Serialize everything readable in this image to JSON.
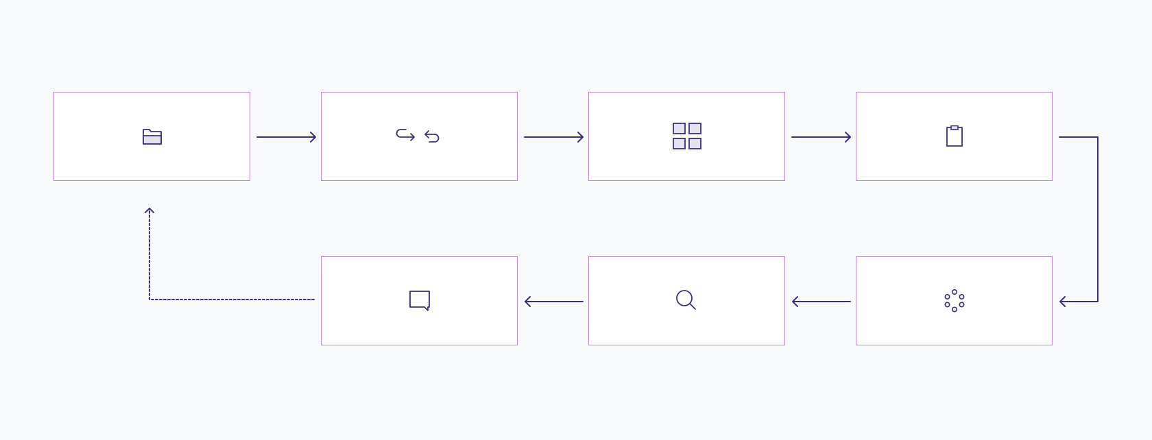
{
  "diagram": {
    "type": "flowchart",
    "colors": {
      "background": "#f9fafb",
      "box_fill": "#ffffff",
      "box_border": "#b98bc4",
      "line": "#3b2f7a",
      "icon_fill": "#e6e3f1"
    },
    "nodes": [
      {
        "id": "b1",
        "icon": "folder-icon"
      },
      {
        "id": "b2",
        "icon": "swap-arrows-icon"
      },
      {
        "id": "b3",
        "icon": "grid-icon"
      },
      {
        "id": "b4",
        "icon": "clipboard-icon"
      },
      {
        "id": "b5",
        "icon": "dots-circle-icon"
      },
      {
        "id": "b6",
        "icon": "search-icon"
      },
      {
        "id": "b7",
        "icon": "speech-bubble-icon"
      }
    ],
    "edges": [
      {
        "from": "b1",
        "to": "b2",
        "style": "solid"
      },
      {
        "from": "b2",
        "to": "b3",
        "style": "solid"
      },
      {
        "from": "b3",
        "to": "b4",
        "style": "solid"
      },
      {
        "from": "b4",
        "to": "b5",
        "style": "solid"
      },
      {
        "from": "b5",
        "to": "b6",
        "style": "solid"
      },
      {
        "from": "b6",
        "to": "b7",
        "style": "solid"
      },
      {
        "from": "b7",
        "to": "b1",
        "style": "dashed"
      }
    ]
  }
}
